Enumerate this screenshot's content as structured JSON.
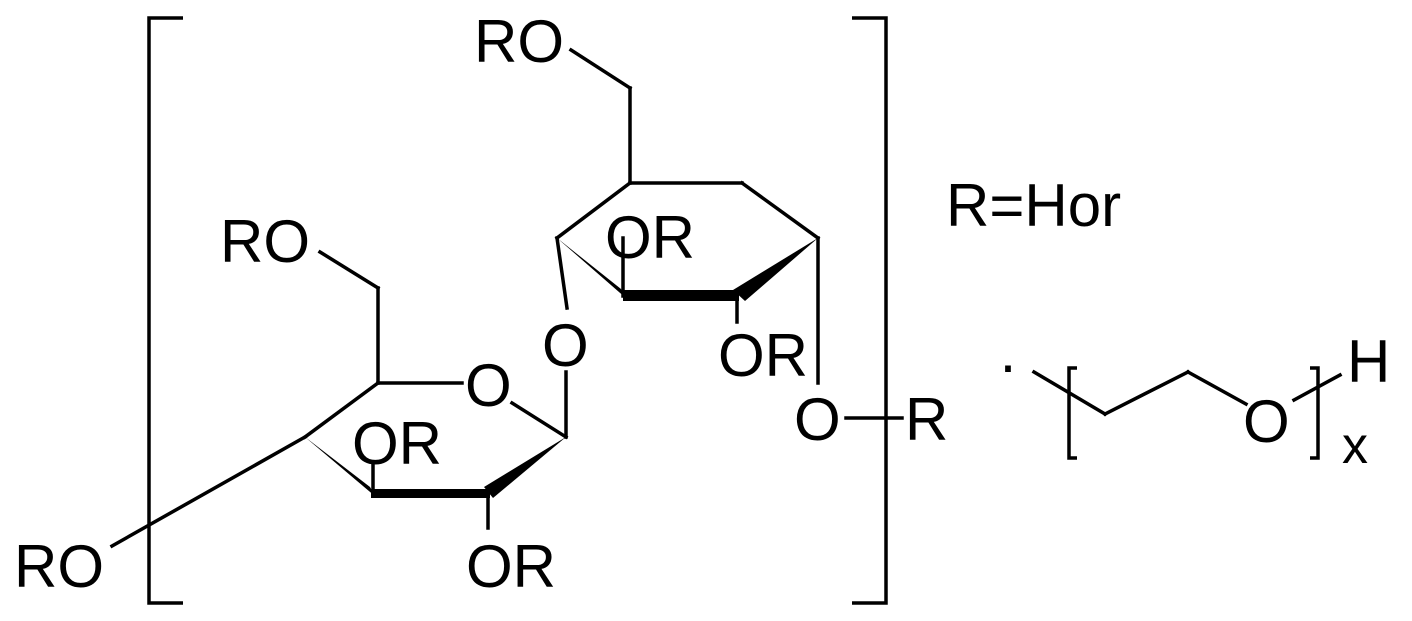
{
  "labels": {
    "ro_top": "RO",
    "or_upper_ring_top": "OR",
    "or_upper_ring_bottom": "OR",
    "o_bridge": "O",
    "ro_left_ring": "RO",
    "o_ring_lower": "O",
    "or_lower_ring_top": "OR",
    "or_lower_ring_bottom": "OR",
    "ro_bottom_left": "RO",
    "o_terminal": "O",
    "r_terminal": "R",
    "r_definition": "R=Hor",
    "peg_o": "O",
    "peg_h": "H",
    "peg_x": "x",
    "dot": "·"
  }
}
